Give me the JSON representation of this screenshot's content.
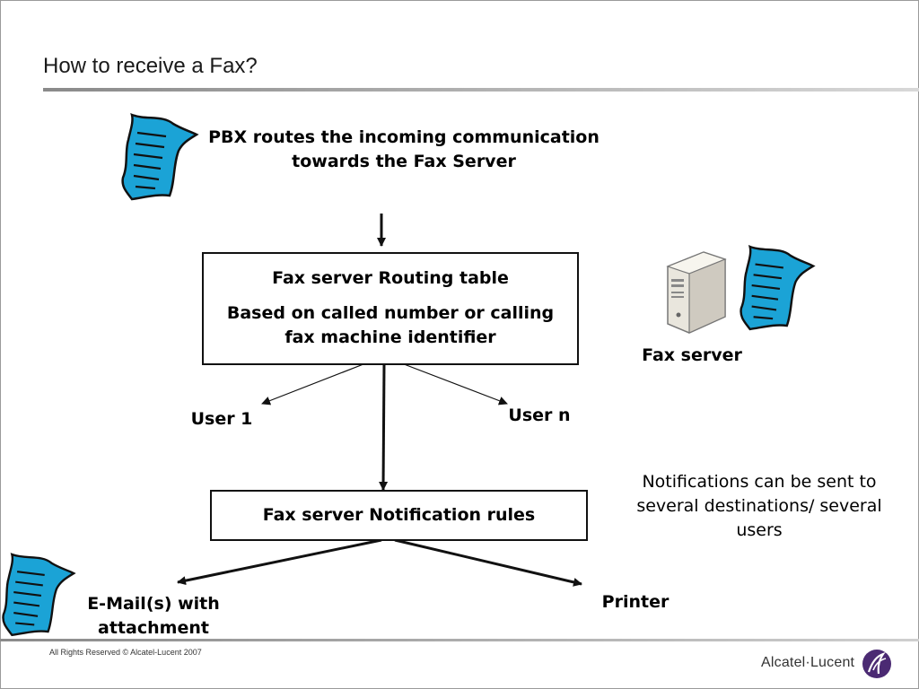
{
  "slide": {
    "title": "How to receive a Fax?",
    "copyright": "All Rights Reserved © Alcatel-Lucent 2007",
    "logo_text": "Alcatel·Lucent"
  },
  "diagram": {
    "pbx_text": "PBX routes the incoming communication towards the Fax Server",
    "routing_box": {
      "title": "Fax server Routing table",
      "detail": "Based on called number or calling fax machine identifier"
    },
    "user1": "User 1",
    "usern": "User n",
    "fax_server_label": "Fax server",
    "notification_box": "Fax server Notification rules",
    "notifications_note": "Notifications can be sent to several destinations/ several users",
    "email_label": "E-Mail(s) with attachment",
    "printer_label": "Printer"
  },
  "icons": {
    "fax_document": "fax-document-icon",
    "server": "server-icon",
    "logo": "alcatel-lucent-logo"
  },
  "colors": {
    "document_fill": "#1ba3d6",
    "document_outline": "#111111"
  }
}
